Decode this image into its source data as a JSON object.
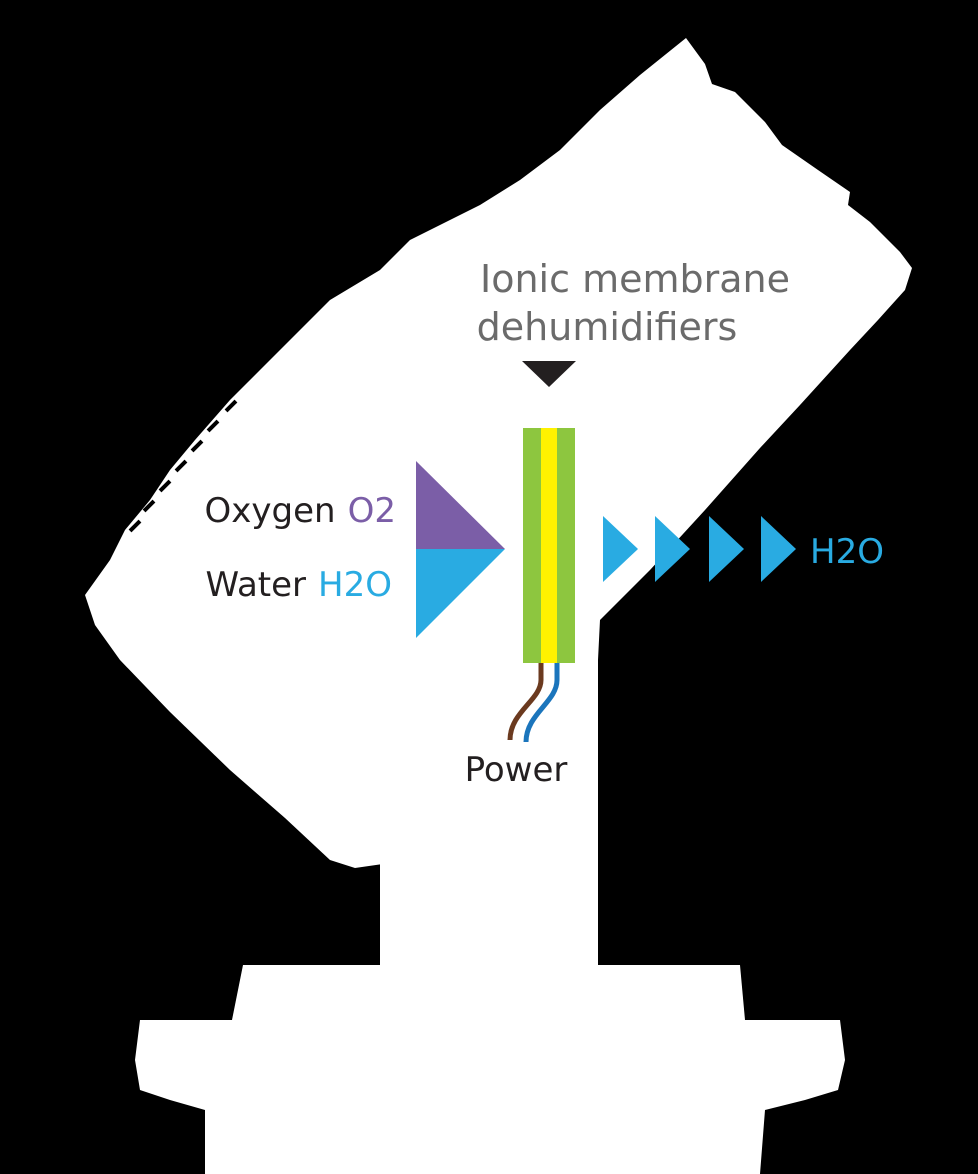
{
  "diagram": {
    "title_line1": "Ionic membrane",
    "title_line2": "dehumidifiers",
    "inputs": {
      "oxygen_label": "Oxygen",
      "oxygen_formula": "O2",
      "water_label": "Water",
      "water_formula": "H2O"
    },
    "output_formula": "H2O",
    "power_label": "Power"
  },
  "colors": {
    "background": "#000000",
    "silhouette": "#ffffff",
    "title_gray": "#6b6b6b",
    "label_dark": "#231f20",
    "oxygen_purple": "#7b5ea7",
    "water_blue": "#29abe2",
    "membrane_green": "#8dc63f",
    "membrane_yellow": "#fff200",
    "wire_brown": "#6b3a1f",
    "wire_blue": "#1b75bc"
  },
  "icons": {
    "pointer": "down-triangle-icon",
    "flow": "right-chevron-icon"
  }
}
